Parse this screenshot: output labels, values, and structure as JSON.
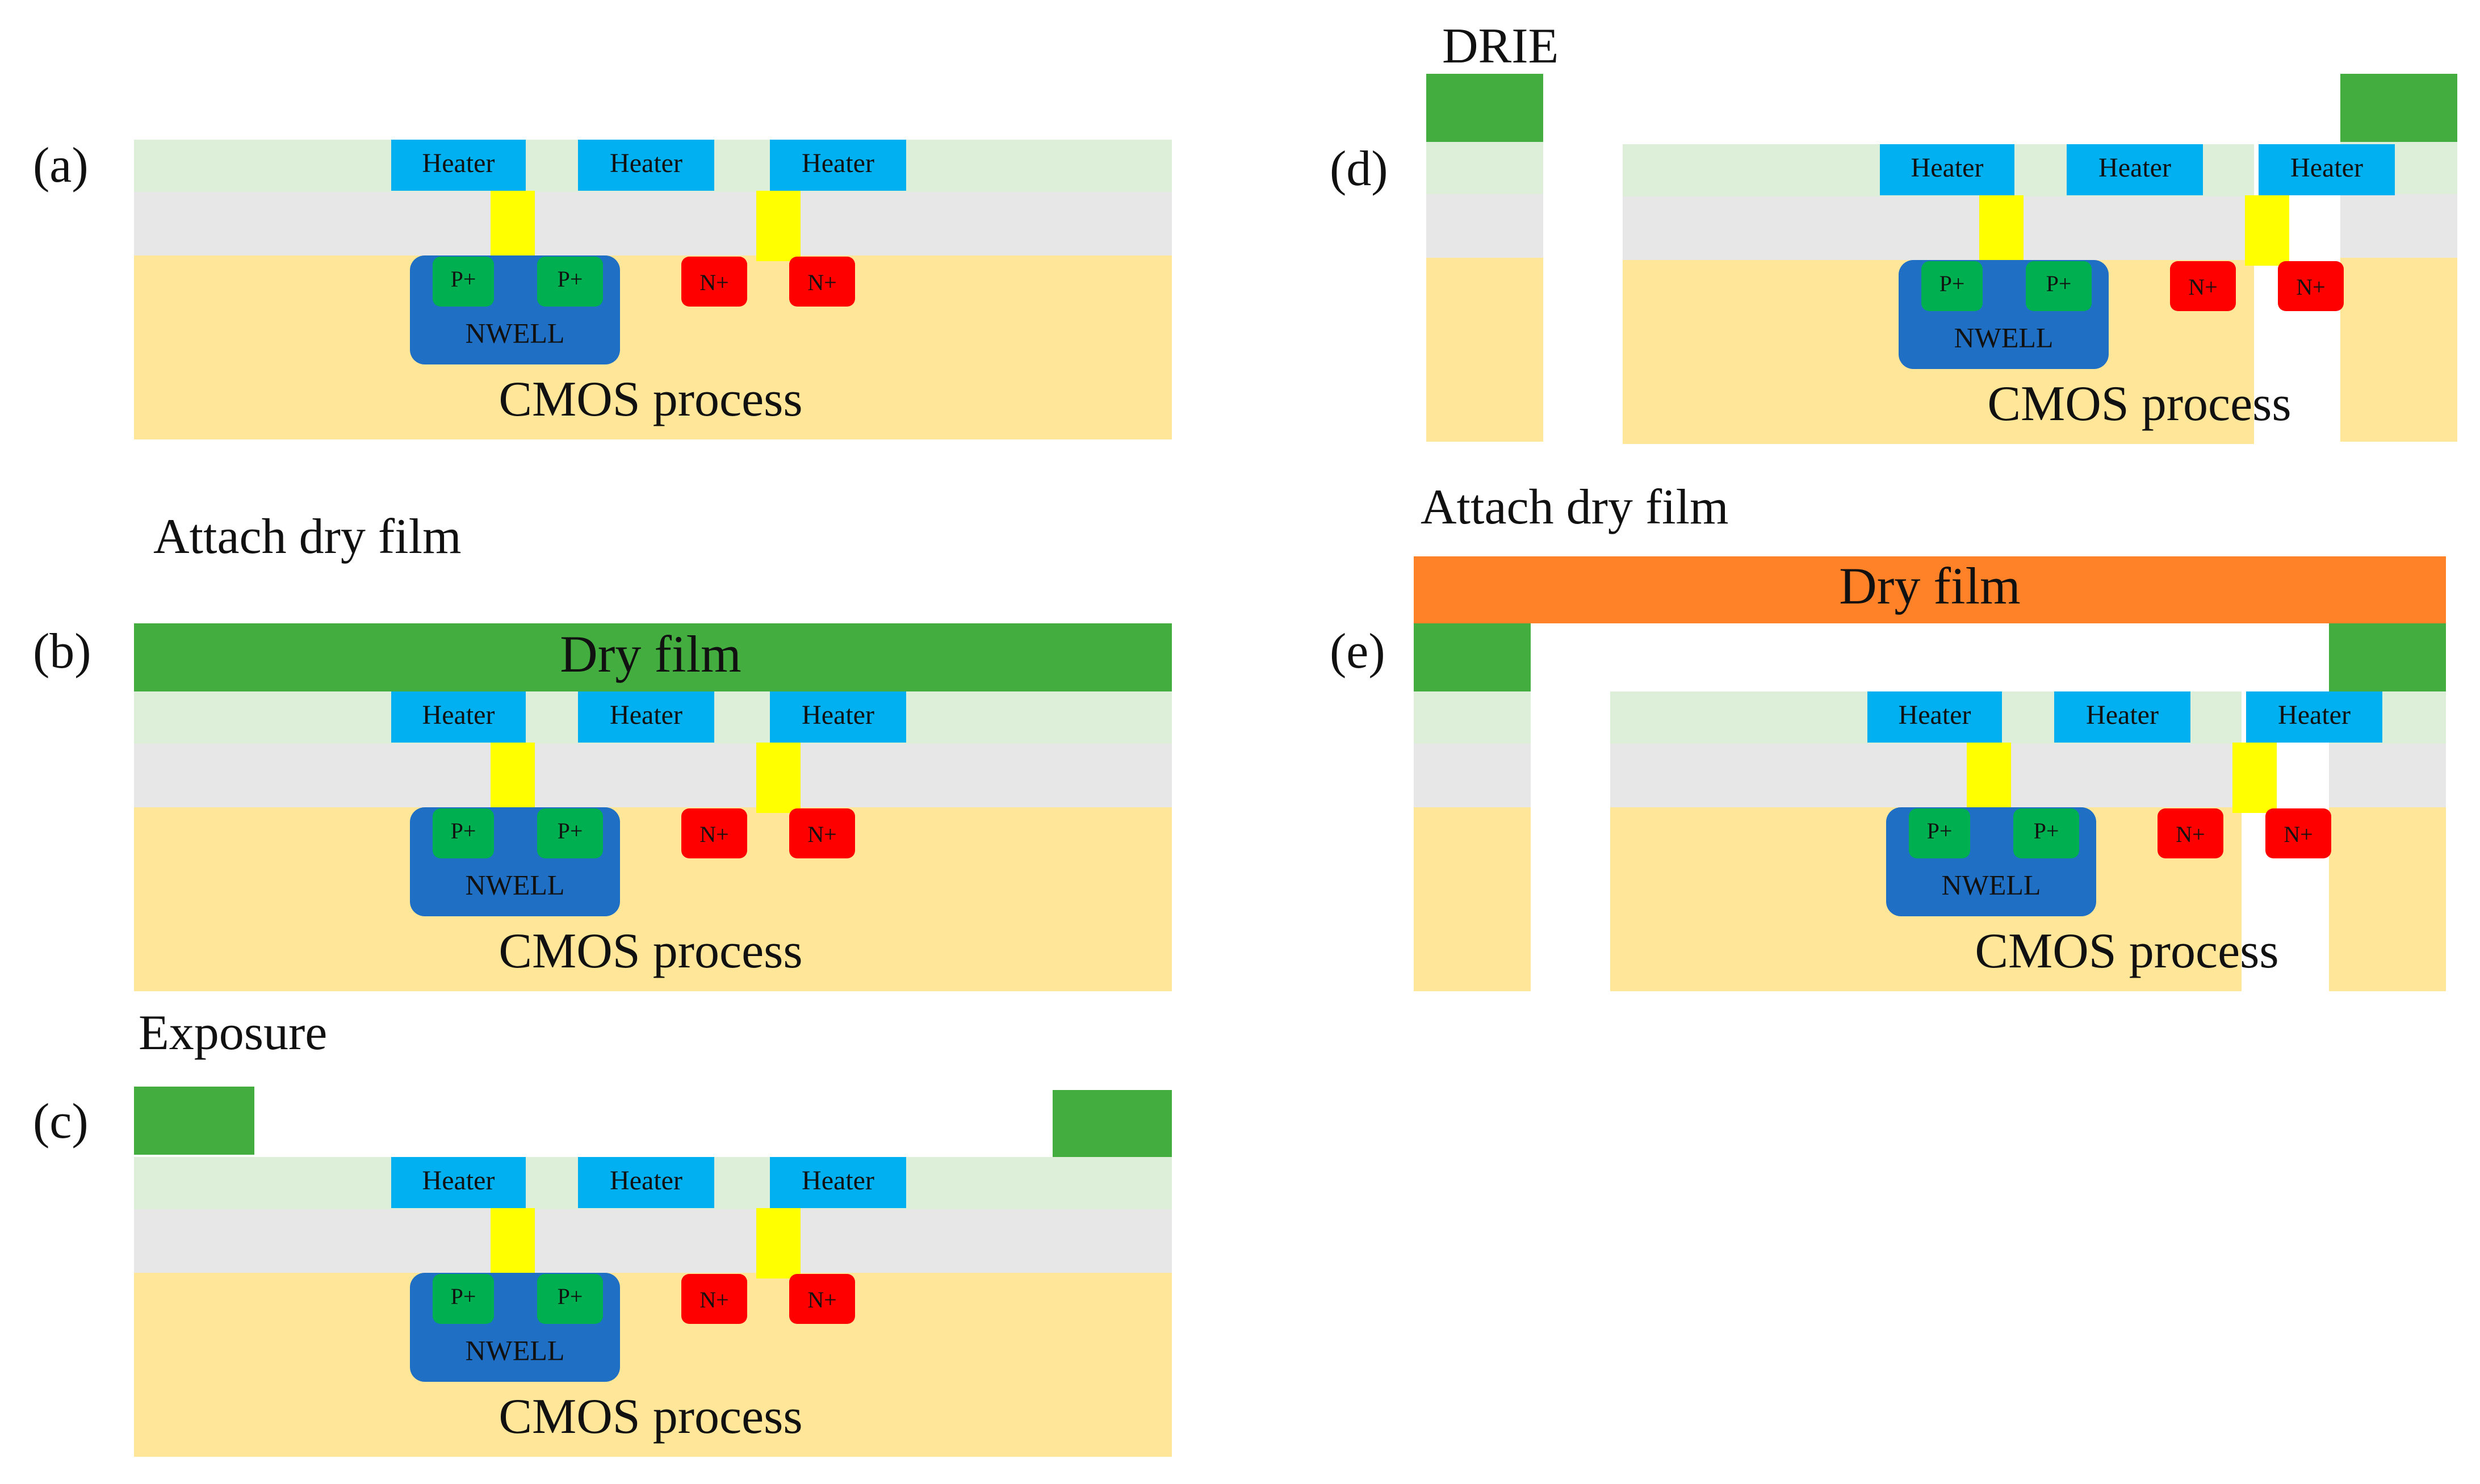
{
  "labels": {
    "heater": "Heater",
    "p_plus": "P+",
    "n_plus": "N+",
    "nwell": "NWELL",
    "cmos": "CMOS process",
    "dry_film": "Dry film"
  },
  "panels": [
    {
      "id": "a",
      "label": "(a)",
      "step": ""
    },
    {
      "id": "b",
      "label": "(b)",
      "step": "Attach dry film"
    },
    {
      "id": "c",
      "label": "(c)",
      "step": "Exposure"
    },
    {
      "id": "d",
      "label": "(d)",
      "step": "DRIE"
    },
    {
      "id": "e",
      "label": "(e)",
      "step": "Attach dry film"
    }
  ],
  "colors": {
    "substrate": "#FFE699",
    "oxide": "#E7E7E7",
    "passivation": "#DDEFD9",
    "heater": "#00B0F0",
    "via": "#FFFF00",
    "nwell": "#1F6FC5",
    "p_plus": "#00B050",
    "n_plus": "#FF0000",
    "dry_film_green": "#43AE3F",
    "dry_film_orange": "#FF8228"
  }
}
